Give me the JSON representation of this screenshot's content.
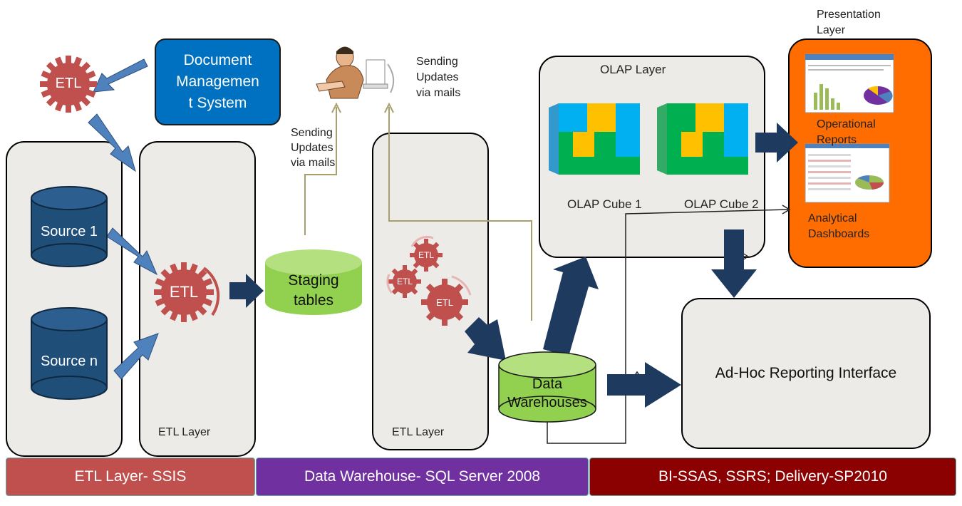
{
  "colors": {
    "panel_fill": "#ecebe7",
    "db_blue": "#1f4e79",
    "staging_green": "#92d050",
    "arrow_blue": "#4f81bd",
    "arrow_navy": "#1f3a5f",
    "etl_gear": "#c0504d",
    "doc_box": "#0070c0",
    "presentation_orange": "#ff6d00",
    "band_etl": "#c0504d",
    "band_dw": "#7030a0",
    "band_bi": "#8b0000",
    "mail_line": "#a89f6b"
  },
  "labels": {
    "etl_top": "ETL",
    "doc_mgmt_line1": "Document",
    "doc_mgmt_line2": "Managemen",
    "doc_mgmt_line3": "t System",
    "source1": "Source 1",
    "sourcen": "Source n",
    "etl_middle": "ETL",
    "etl_layer_1": "ETL Layer",
    "staging_line1": "Staging",
    "staging_line2": "tables",
    "sending_left_1": "Sending",
    "sending_left_2": "Updates",
    "sending_left_3": "via mails",
    "sending_right_1": "Sending",
    "sending_right_2": "Updates",
    "sending_right_3": "via mails",
    "etl_small_1": "ETL",
    "etl_small_2": "ETL",
    "etl_small_3": "ETL",
    "etl_layer_2": "ETL Layer",
    "dw_line1": "Data",
    "dw_line2": "Warehouses",
    "olap_layer": "OLAP Layer",
    "olap_cube1": "OLAP Cube 1",
    "olap_cube2": "OLAP Cube 2",
    "presentation_1": "Presentation",
    "presentation_2": "Layer",
    "operational_1": "Operational",
    "operational_2": "Reports",
    "analytical_1": "Analytical",
    "analytical_2": "Dashboards",
    "adhoc": "Ad-Hoc Reporting Interface"
  },
  "bands": {
    "etl": "ETL Layer- SSIS",
    "dw": "Data Warehouse- SQL Server 2008",
    "bi": "BI-SSAS, SSRS; Delivery-SP2010"
  }
}
